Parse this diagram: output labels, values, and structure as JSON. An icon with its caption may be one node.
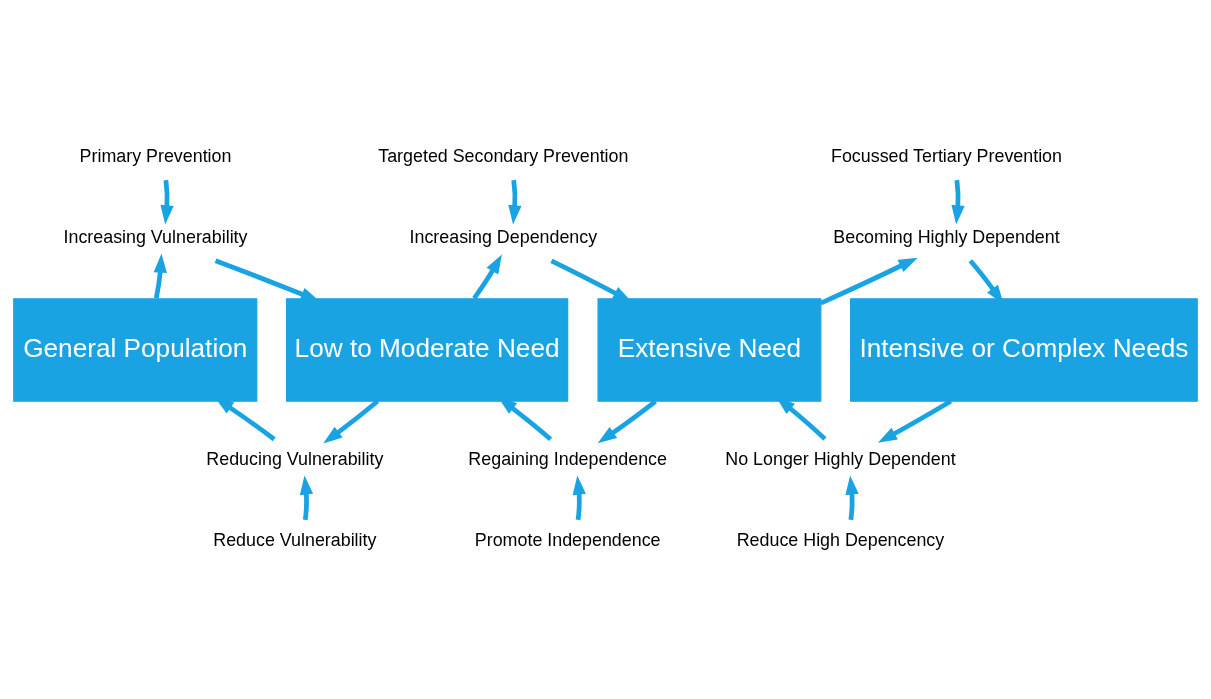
{
  "diagram": {
    "nodes": [
      {
        "text": [
          "General Population"
        ]
      },
      {
        "text": [
          "Low to Moderate Need"
        ]
      },
      {
        "text": [
          "Extensive Need"
        ]
      },
      {
        "text": [
          "Intensive or Complex Needs"
        ]
      },
      {
        "text": [
          "Primary Prevention"
        ]
      },
      {
        "text": [
          "Targeted Secondary Prevention"
        ]
      },
      {
        "text": [
          "Focussed Tertiary Prevention"
        ]
      },
      {
        "text": [
          "Increasing Vulnerability"
        ]
      },
      {
        "text": [
          "Increasing Dependency"
        ]
      },
      {
        "text": [
          "Becoming Highly Dependent"
        ]
      },
      {
        "text": [
          "Reducing Vulnerability"
        ]
      },
      {
        "text": [
          "Regaining Independence"
        ]
      },
      {
        "text": [
          "No Longer Highly Dependent"
        ]
      },
      {
        "text": [
          "Reduce Vulnerability"
        ]
      },
      {
        "text": [
          "Promote Independence"
        ]
      },
      {
        "text": [
          "Reduce High Depencency"
        ]
      }
    ],
    "edges": [
      {
        "from": 4,
        "to": 7,
        "arrow": "to"
      },
      {
        "from": 5,
        "to": 8,
        "arrow": "to"
      },
      {
        "from": 6,
        "to": 9,
        "arrow": "to"
      },
      {
        "from": 0,
        "to": 7,
        "arrow": "to"
      },
      {
        "from": 7,
        "to": 1,
        "arrow": "to"
      },
      {
        "from": 1,
        "to": 8,
        "arrow": "to"
      },
      {
        "from": 8,
        "to": 2,
        "arrow": "to"
      },
      {
        "from": 2,
        "to": 9,
        "arrow": "to"
      },
      {
        "from": 9,
        "to": 3,
        "arrow": "to"
      },
      {
        "from": 1,
        "to": 10,
        "arrow": "to"
      },
      {
        "from": 10,
        "to": 0,
        "arrow": "to"
      },
      {
        "from": 2,
        "to": 11,
        "arrow": "to"
      },
      {
        "from": 11,
        "to": 1,
        "arrow": "to"
      },
      {
        "from": 3,
        "to": 12,
        "arrow": "to"
      },
      {
        "from": 12,
        "to": 2,
        "arrow": "to"
      },
      {
        "from": 13,
        "to": 10,
        "arrow": "to"
      },
      {
        "from": 14,
        "to": 11,
        "arrow": "to"
      },
      {
        "from": 15,
        "to": 12,
        "arrow": "to"
      }
    ]
  }
}
